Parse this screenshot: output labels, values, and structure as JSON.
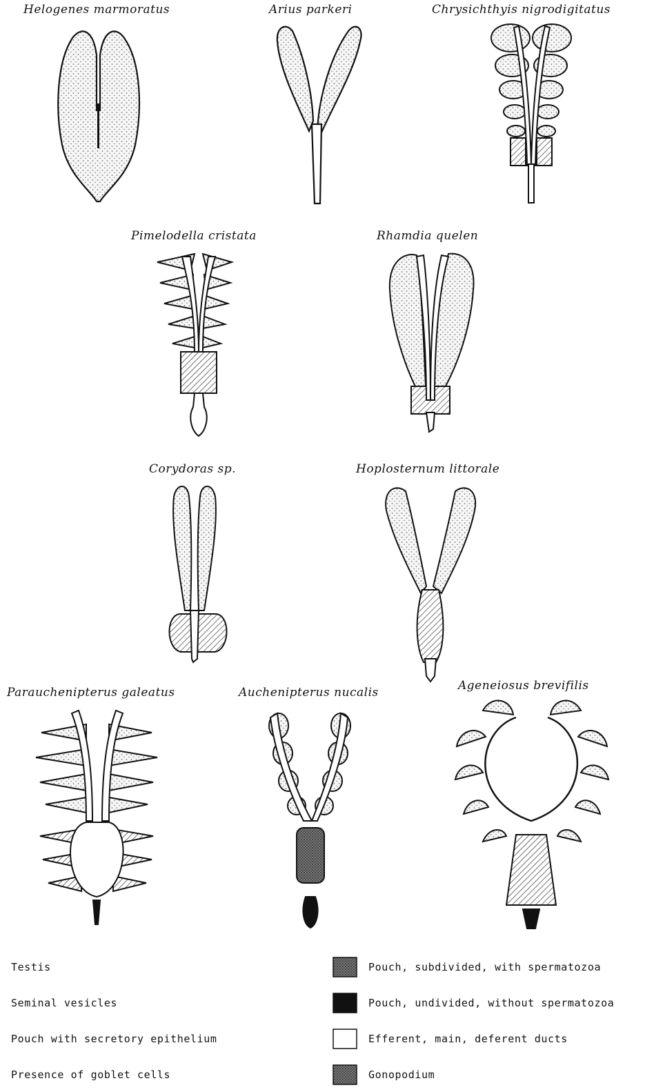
{
  "species": {
    "helogenes": "Helogenes marmoratus",
    "arius": "Arius parkeri",
    "chrysichthys": "Chrysichthyis nigrodigitatus",
    "pimelodella": "Pimelodella cristata",
    "rhamdia": "Rhamdia quelen",
    "corydoras": "Corydoras sp.",
    "hoplosternum": "Hoplosternum littorale",
    "parauchenipterus": "Parauchenipterus galeatus",
    "auchenipterus": "Auchenipterus nucalis",
    "ageneiosus": "Ageneiosus brevifilis"
  },
  "legend": {
    "left": [
      "Testis",
      "Seminal vesicles",
      "Pouch with secretory epithelium",
      "Presence of goblet cells"
    ],
    "right": [
      "Pouch, subdivided, with spermatozoa",
      "Pouch, undivided, without spermatozoa",
      "Efferent, main, deferent ducts",
      "Gonopodium"
    ]
  }
}
